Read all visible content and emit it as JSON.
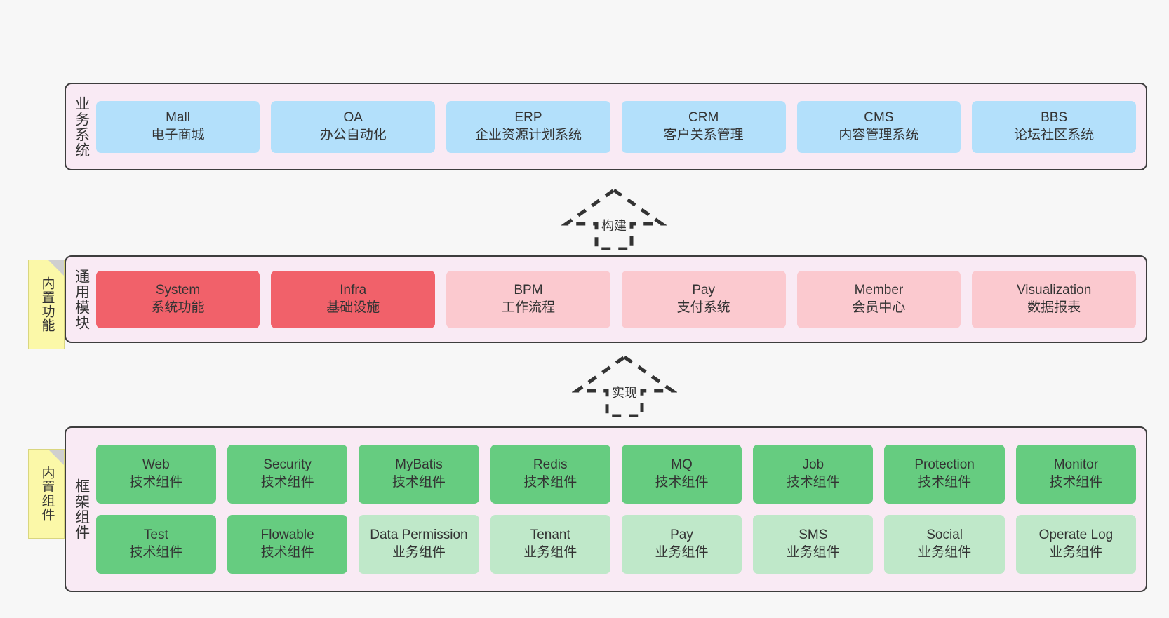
{
  "diagram": {
    "background_color": "#f7f7f7",
    "panel_color": "#f9eaf4",
    "panel_border_color": "#3d3d3d",
    "note_color": "#fbf8a8"
  },
  "layers": [
    {
      "id": "business",
      "title": "业务系统",
      "card_color": "#b3e0fb",
      "rows": [
        {
          "cards": [
            {
              "name": "Mall",
              "desc": "电子商城"
            },
            {
              "name": "OA",
              "desc": "办公自动化"
            },
            {
              "name": "ERP",
              "desc": "企业资源计划系统"
            },
            {
              "name": "CRM",
              "desc": "客户关系管理"
            },
            {
              "name": "CMS",
              "desc": "内容管理系统"
            },
            {
              "name": "BBS",
              "desc": "论坛社区系统"
            }
          ]
        }
      ]
    },
    {
      "id": "common",
      "title": "通用模块",
      "note": "内置功能",
      "card_color_strong": "#f1616a",
      "card_color_light": "#fbc9cf",
      "rows": [
        {
          "cards": [
            {
              "name": "System",
              "desc": "系统功能",
              "variant": "strong"
            },
            {
              "name": "Infra",
              "desc": "基础设施",
              "variant": "strong"
            },
            {
              "name": "BPM",
              "desc": "工作流程",
              "variant": "light"
            },
            {
              "name": "Pay",
              "desc": "支付系统",
              "variant": "light"
            },
            {
              "name": "Member",
              "desc": "会员中心",
              "variant": "light"
            },
            {
              "name": "Visualization",
              "desc": "数据报表",
              "variant": "light"
            }
          ]
        }
      ]
    },
    {
      "id": "framework",
      "title": "框架组件",
      "note": "内置组件",
      "card_color_strong": "#66cc80",
      "card_color_light": "#bfe8c9",
      "rows": [
        {
          "cards": [
            {
              "name": "Web",
              "desc": "技术组件",
              "variant": "strong"
            },
            {
              "name": "Security",
              "desc": "技术组件",
              "variant": "strong"
            },
            {
              "name": "MyBatis",
              "desc": "技术组件",
              "variant": "strong"
            },
            {
              "name": "Redis",
              "desc": "技术组件",
              "variant": "strong"
            },
            {
              "name": "MQ",
              "desc": "技术组件",
              "variant": "strong"
            },
            {
              "name": "Job",
              "desc": "技术组件",
              "variant": "strong"
            },
            {
              "name": "Protection",
              "desc": "技术组件",
              "variant": "strong"
            },
            {
              "name": "Monitor",
              "desc": "技术组件",
              "variant": "strong"
            }
          ]
        },
        {
          "cards": [
            {
              "name": "Test",
              "desc": "技术组件",
              "variant": "strong"
            },
            {
              "name": "Flowable",
              "desc": "技术组件",
              "variant": "strong"
            },
            {
              "name": "Data Permission",
              "desc": "业务组件",
              "variant": "light",
              "wrap": true
            },
            {
              "name": "Tenant",
              "desc": "业务组件",
              "variant": "light"
            },
            {
              "name": "Pay",
              "desc": "业务组件",
              "variant": "light"
            },
            {
              "name": "SMS",
              "desc": "业务组件",
              "variant": "light"
            },
            {
              "name": "Social",
              "desc": "业务组件",
              "variant": "light"
            },
            {
              "name": "Operate Log",
              "desc": "业务组件",
              "variant": "light"
            }
          ]
        }
      ]
    }
  ],
  "arrows": [
    {
      "id": "build",
      "label": "构建",
      "direction": "up",
      "style": "dashed-hollow"
    },
    {
      "id": "impl",
      "label": "实现",
      "direction": "up",
      "style": "dashed-hollow"
    }
  ]
}
